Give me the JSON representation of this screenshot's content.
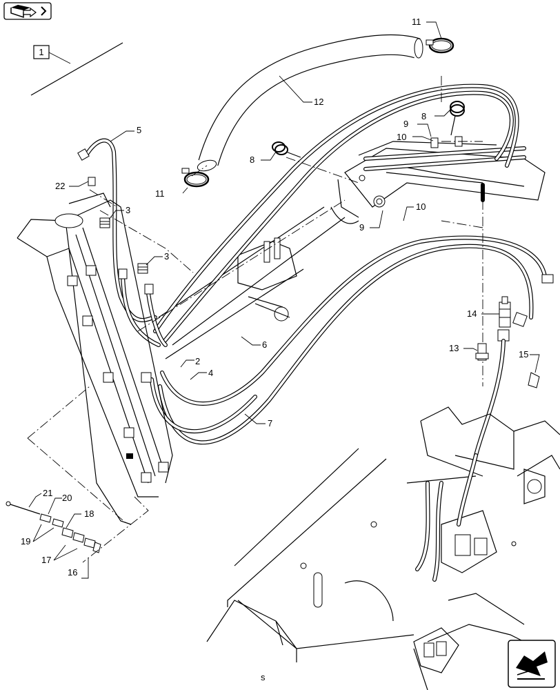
{
  "header": {
    "nav_icon": "folder-arrow-icon",
    "section_box_label": "1"
  },
  "callouts": [
    {
      "id": "c1",
      "label": "1"
    },
    {
      "id": "c2",
      "label": "2"
    },
    {
      "id": "c3a",
      "label": "3"
    },
    {
      "id": "c3b",
      "label": "3"
    },
    {
      "id": "c4",
      "label": "4"
    },
    {
      "id": "c5",
      "label": "5"
    },
    {
      "id": "c6",
      "label": "6"
    },
    {
      "id": "c7",
      "label": "7"
    },
    {
      "id": "c8a",
      "label": "8"
    },
    {
      "id": "c8b",
      "label": "8"
    },
    {
      "id": "c9a",
      "label": "9"
    },
    {
      "id": "c9b",
      "label": "9"
    },
    {
      "id": "c10a",
      "label": "10"
    },
    {
      "id": "c10b",
      "label": "10"
    },
    {
      "id": "c11a",
      "label": "11"
    },
    {
      "id": "c11b",
      "label": "11"
    },
    {
      "id": "c12",
      "label": "12"
    },
    {
      "id": "c13",
      "label": "13"
    },
    {
      "id": "c14",
      "label": "14"
    },
    {
      "id": "c15",
      "label": "15"
    },
    {
      "id": "c16",
      "label": "16"
    },
    {
      "id": "c17",
      "label": "17"
    },
    {
      "id": "c18",
      "label": "18"
    },
    {
      "id": "c19",
      "label": "19"
    },
    {
      "id": "c20",
      "label": "20"
    },
    {
      "id": "c21",
      "label": "21"
    },
    {
      "id": "c22",
      "label": "22"
    }
  ],
  "footer": {
    "nav_icon": "next-arrow-icon",
    "footnote": "s"
  }
}
